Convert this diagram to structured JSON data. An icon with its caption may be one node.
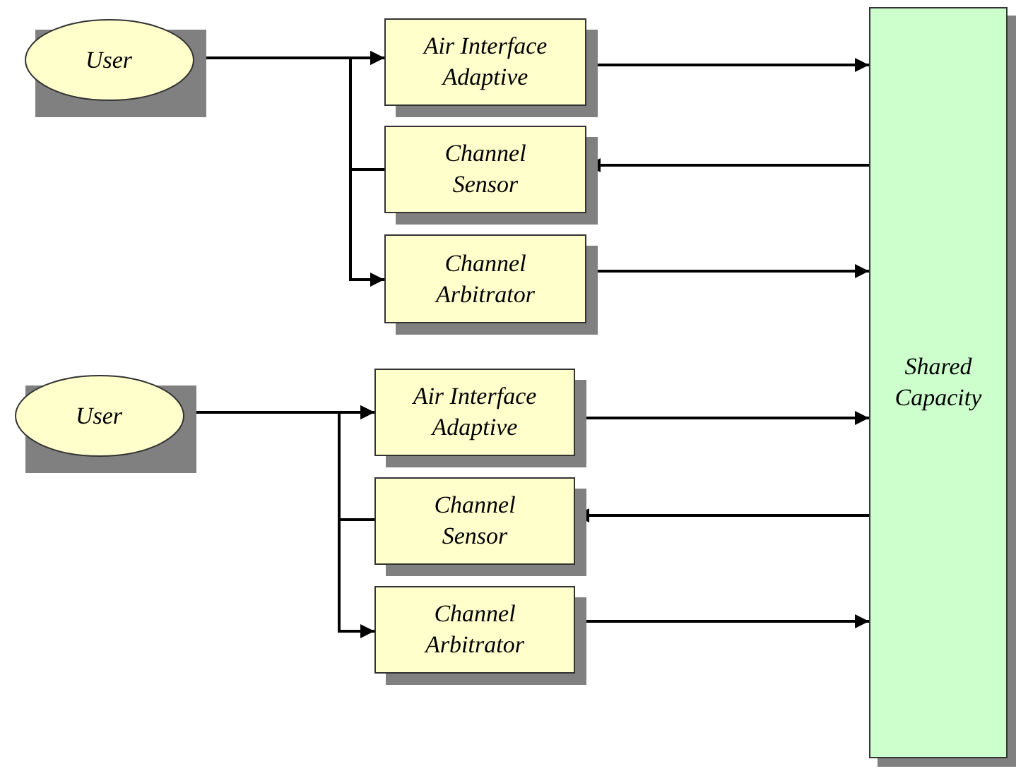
{
  "diagram": {
    "nodes": [
      {
        "text": [
          "User"
        ]
      },
      {
        "text": [
          "Air Interface Adaptive"
        ]
      },
      {
        "text": [
          "Channel Sensor"
        ]
      },
      {
        "text": [
          "Channel Arbitrator"
        ]
      },
      {
        "text": [
          "User"
        ]
      },
      {
        "text": [
          "Air Interface Adaptive"
        ]
      },
      {
        "text": [
          "Channel Sensor"
        ]
      },
      {
        "text": [
          "Channel Arbitrator"
        ]
      },
      {
        "text": [
          "Shared Capacity"
        ]
      }
    ],
    "edges": [
      {
        "from": 0,
        "to": 1,
        "arrow": "to"
      },
      {
        "from": 2,
        "to": 1,
        "arrow": "to"
      },
      {
        "from": 2,
        "to": 3,
        "arrow": "to"
      },
      {
        "from": 1,
        "to": 8,
        "arrow": "to"
      },
      {
        "from": 8,
        "to": 2,
        "arrow": "to"
      },
      {
        "from": 3,
        "to": 8,
        "arrow": "to"
      },
      {
        "from": 4,
        "to": 5,
        "arrow": "to"
      },
      {
        "from": 6,
        "to": 5,
        "arrow": "to"
      },
      {
        "from": 6,
        "to": 7,
        "arrow": "to"
      },
      {
        "from": 5,
        "to": 8,
        "arrow": "to"
      },
      {
        "from": 8,
        "to": 6,
        "arrow": "to"
      },
      {
        "from": 7,
        "to": 8,
        "arrow": "to"
      }
    ]
  }
}
